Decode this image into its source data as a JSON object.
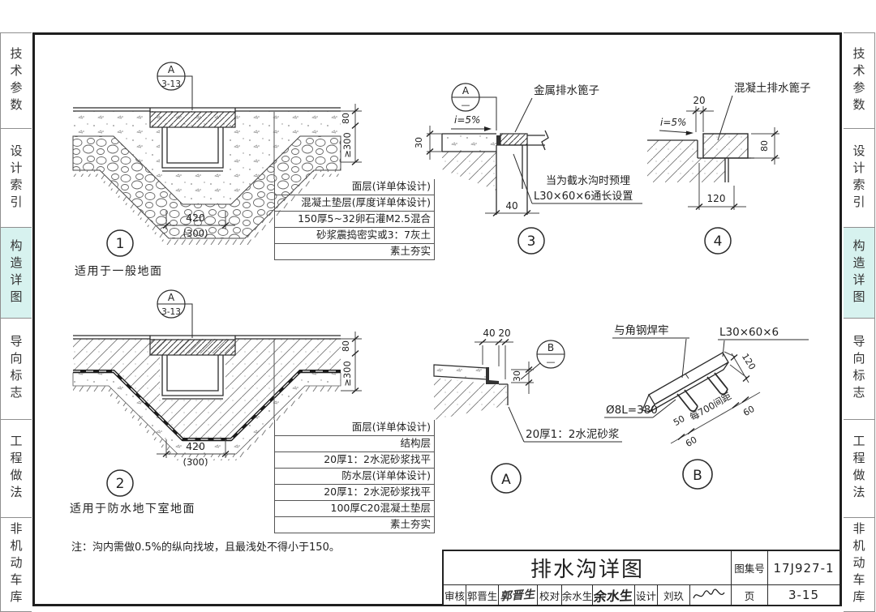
{
  "sidebar": {
    "tabs": [
      "技术参数",
      "设计索引",
      "构造详图",
      "导向标志",
      "工程做法",
      "非机动车库"
    ],
    "active_tab": "构造详图",
    "active_bg": "#d7f2ef"
  },
  "details": {
    "d1": {
      "num": "1",
      "caption": "适用于一般地面",
      "callout_top": "A",
      "callout_bottom": "3-13",
      "dim_w": "420",
      "dim_w2": "(300)",
      "dim_80": "80",
      "dim_depth": "≥300",
      "layers": [
        "面层(详单体设计)",
        "混凝土垫层(厚度详单体设计)",
        "150厚5~32卵石灌M2.5混合",
        "砂浆震捣密实或3：7灰土",
        "素土夯实"
      ]
    },
    "d2": {
      "num": "2",
      "caption": "适用于防水地下室地面",
      "callout_top": "A",
      "callout_bottom": "3-13",
      "dim_w": "420",
      "dim_w2": "(300)",
      "dim_80": "80",
      "dim_depth": "≥300",
      "layers": [
        "面层(详单体设计)",
        "结构层",
        "20厚1：2水泥砂浆找平",
        "防水层(详单体设计)",
        "20厚1：2水泥砂浆找平",
        "100厚C20混凝土垫层",
        "素土夯实"
      ]
    },
    "d3": {
      "num": "3",
      "callout_top": "A",
      "callout_bottom": "—",
      "slope": "i=5%",
      "grate_label": "金属排水篦子",
      "note1": "当为截水沟时预埋",
      "note2": "L30×60×6通长设置",
      "dim_30": "30",
      "dim_40": "40"
    },
    "d4": {
      "num": "4",
      "label": "混凝土排水篦子",
      "slope": "i=5%",
      "dim_20": "20",
      "dim_80": "80",
      "dim_120": "120"
    },
    "dA": {
      "num": "A",
      "callout_top": "B",
      "callout_bottom": "—",
      "dim_40": "40",
      "dim_20": "20",
      "dim_30": "30",
      "mortar_label": "20厚1：2水泥砂浆"
    },
    "dB": {
      "num": "B",
      "weld_label": "与角钢焊牢",
      "angle_label": "L30×60×6",
      "bar_label": "Ø8L=380",
      "dim_120": "120",
      "dim_50": "50",
      "spacing_label": "每700间距",
      "dim_60a": "60",
      "dim_60b": "60"
    }
  },
  "note": "注：沟内需做0.5%的纵向找坡，且最浅处不得小于150。",
  "titleblock": {
    "title": "排水沟详图",
    "atlas_label": "图集号",
    "atlas_no": "17J927-1",
    "page_label": "页",
    "page_no": "3-15",
    "review_label": "审核",
    "reviewer": "郭晋生",
    "reviewer_sig": "郭晋生",
    "proof_label": "校对",
    "proofer": "余水生",
    "proofer_sig": "余水生",
    "design_label": "设计",
    "designer": "刘玖"
  }
}
